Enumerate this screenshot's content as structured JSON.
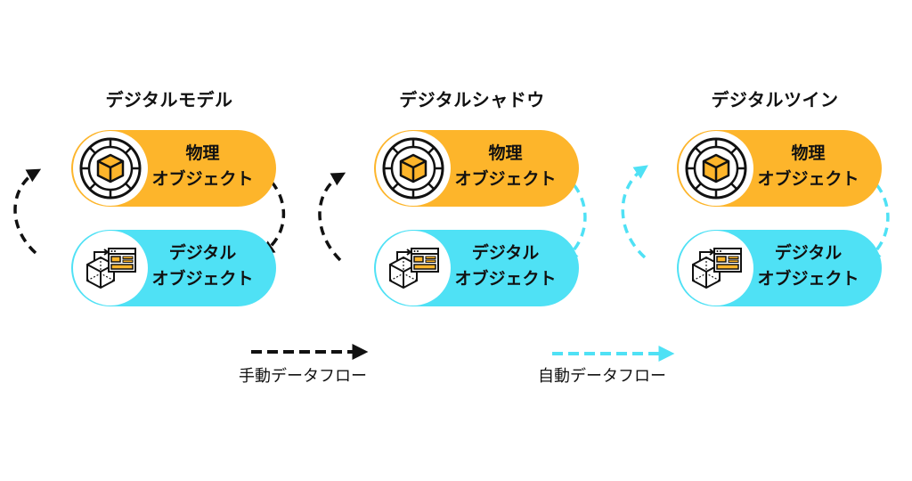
{
  "panels": [
    {
      "title": "デジタルモデル"
    },
    {
      "title": "デジタルシャドウ"
    },
    {
      "title": "デジタルツイン"
    }
  ],
  "physical_object": {
    "line1": "物理",
    "line2": "オブジェクト"
  },
  "digital_object": {
    "line1": "デジタル",
    "line2": "オブジェクト"
  },
  "legend": {
    "manual": "手動データフロー",
    "automatic": "自動データフロー"
  },
  "colors": {
    "physical": "#fdb52b",
    "digital": "#4fe1f5",
    "manual_flow": "#111111",
    "automatic_flow": "#4fe1f5"
  },
  "icons": {
    "physical": "cube-in-ring-icon",
    "digital": "wireframe-cube-with-window-icon"
  }
}
